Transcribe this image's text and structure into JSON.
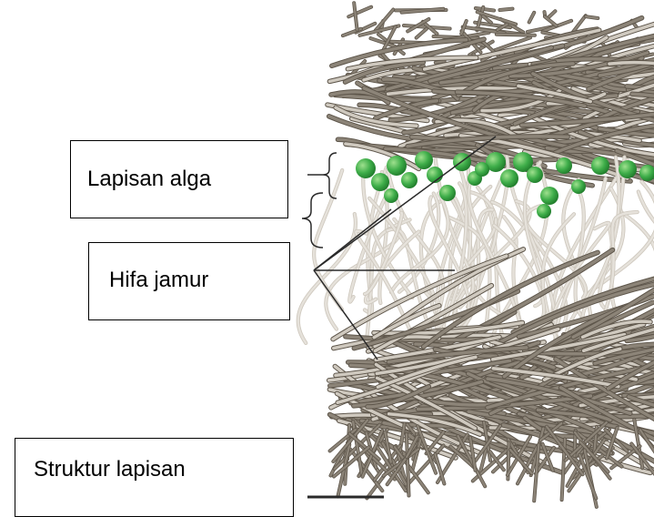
{
  "labels": {
    "algal_layer": "Lapisan alga",
    "fungal_hyphae": "Hifa jamur",
    "layer_structure": "Struktur lapisan"
  },
  "colors": {
    "hypha": "#8c8478",
    "hypha_dark": "#5e564b",
    "hypha_light": "#cfc9bf",
    "alga": "#3fae4a",
    "alga_dark": "#1f7a2a",
    "alga_light": "#9fe08e",
    "pointer": "#2a2a2a"
  }
}
